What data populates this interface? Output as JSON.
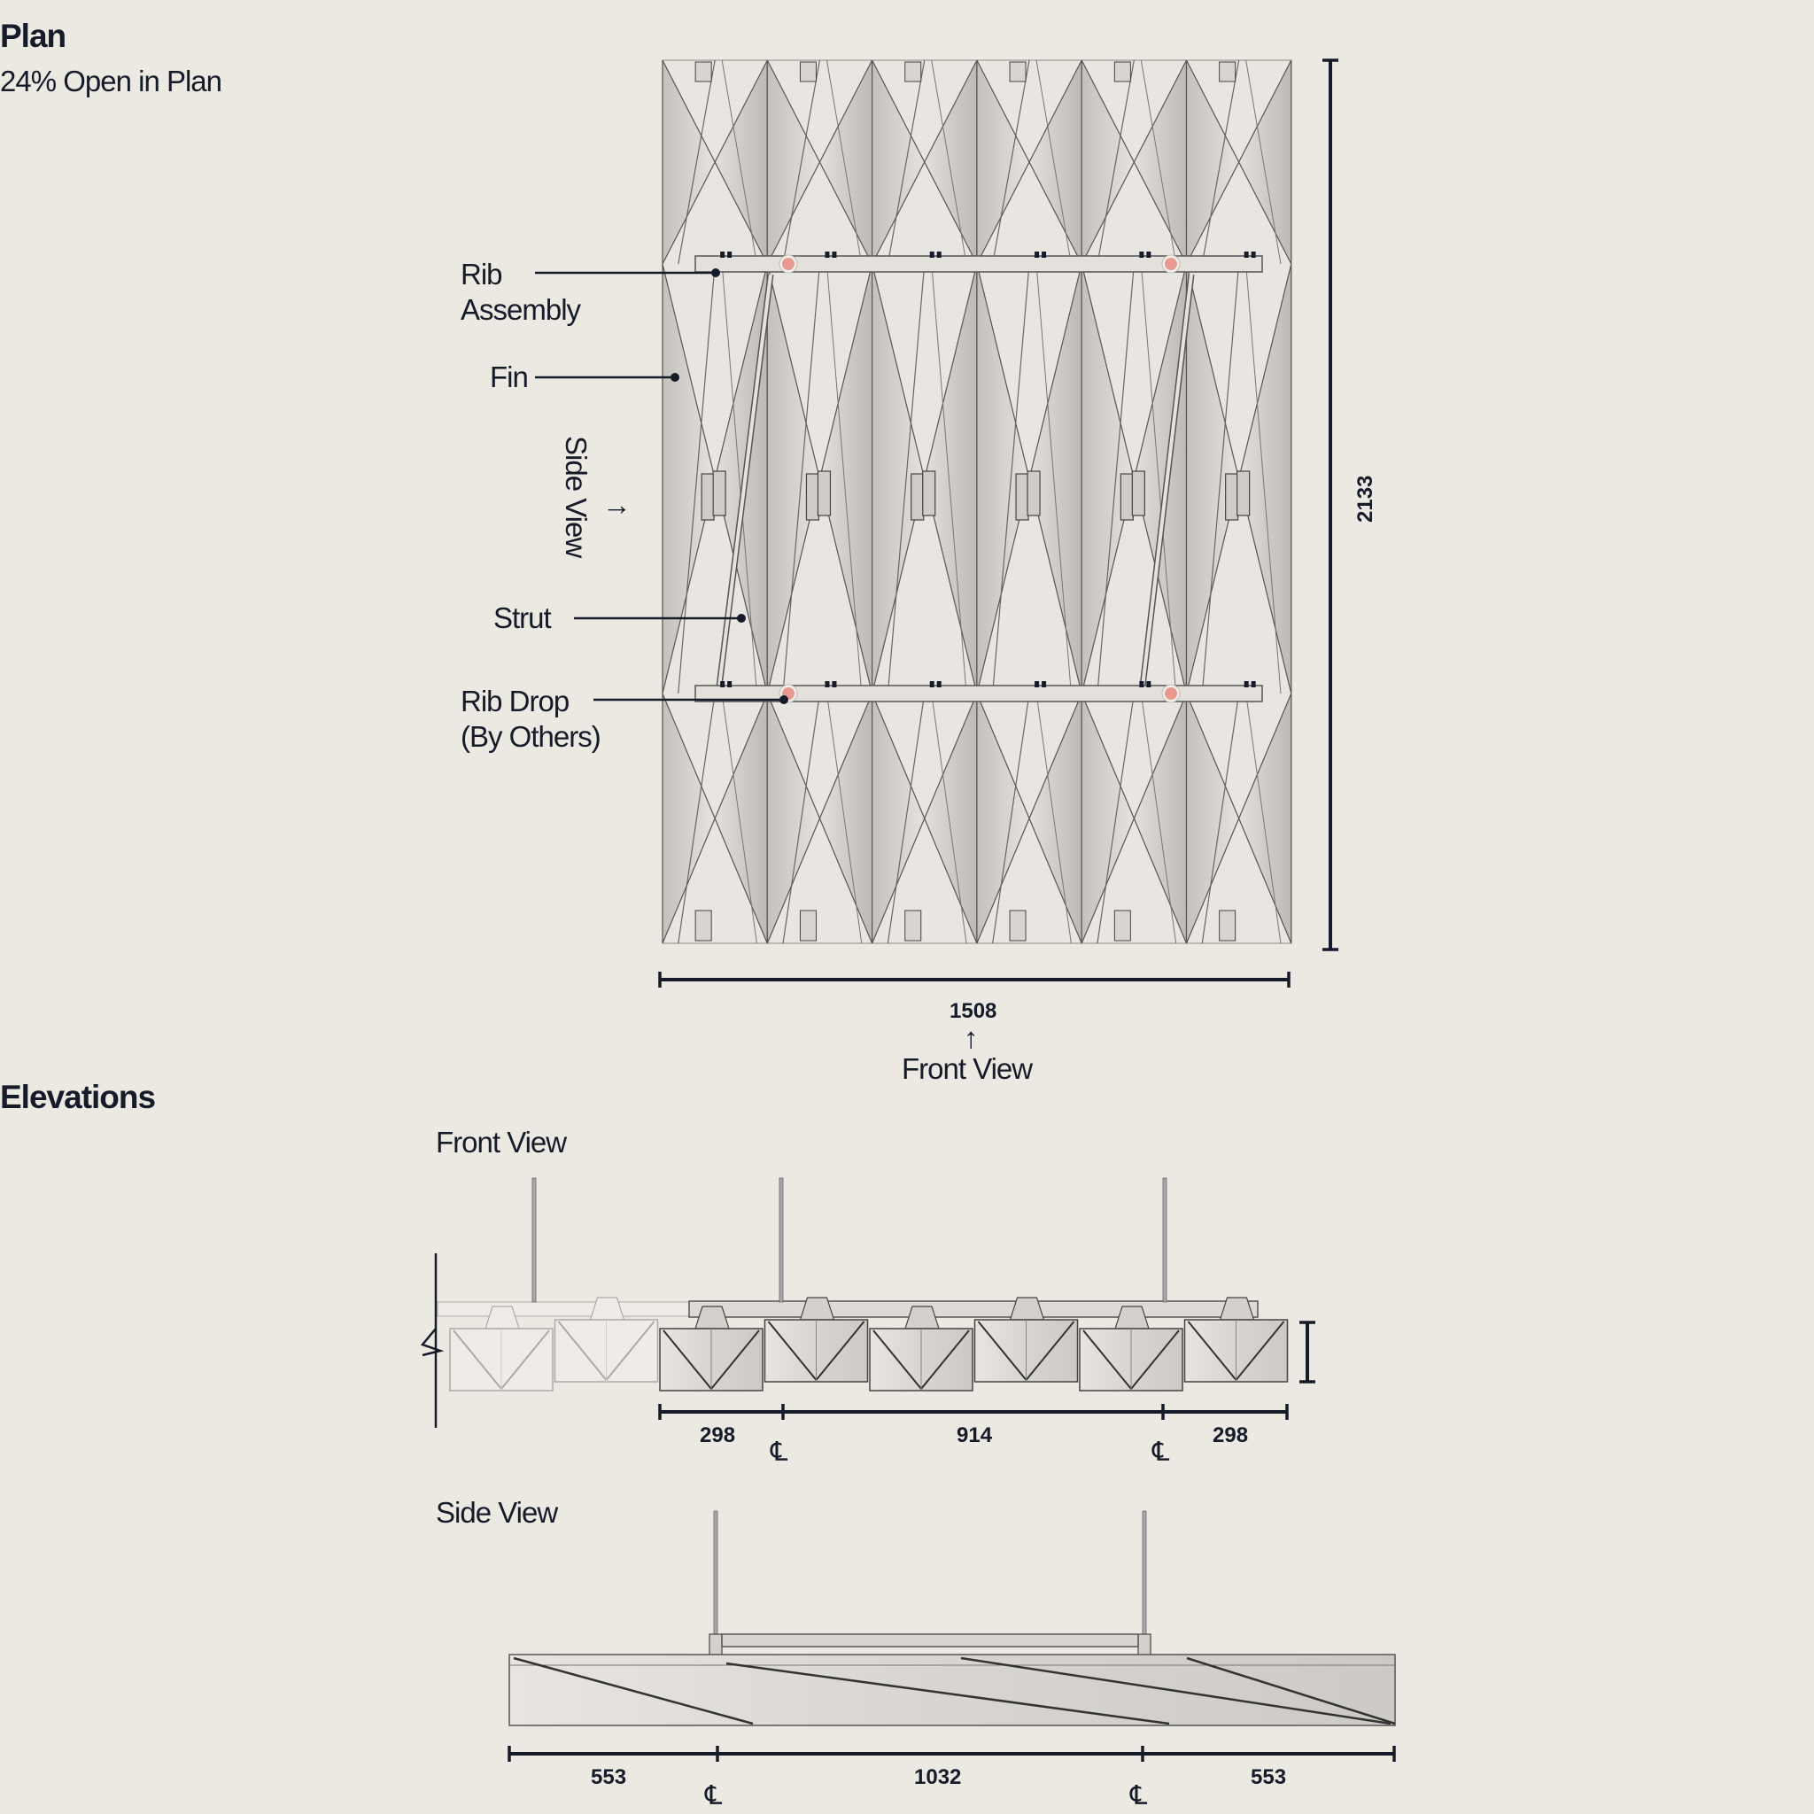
{
  "plan": {
    "title": "Plan",
    "subtitle": "24% Open in Plan",
    "labels": {
      "rib_assembly": [
        "Rib",
        "Assembly"
      ],
      "fin": "Fin",
      "side_view": "Side View",
      "side_view_arrow": "→",
      "strut": "Strut",
      "rib_drop": [
        "Rib Drop",
        "(By Others)"
      ]
    },
    "dims": {
      "height": "2133",
      "width": "1508"
    },
    "front_view_arrow": "↑",
    "front_view_label": "Front View"
  },
  "elevations": {
    "title": "Elevations",
    "front": {
      "title": "Front View",
      "dims": [
        "298",
        "914",
        "298"
      ],
      "centerline": "℄"
    },
    "side": {
      "title": "Side View",
      "dims": [
        "553",
        "1032",
        "553"
      ],
      "centerline": "℄"
    }
  },
  "colors": {
    "ink": "#161b2a",
    "background": "#ece8e2",
    "fin_light": "#ebe8e3",
    "fin_dark": "#b9b6b1",
    "marker": "#e89a8f"
  }
}
